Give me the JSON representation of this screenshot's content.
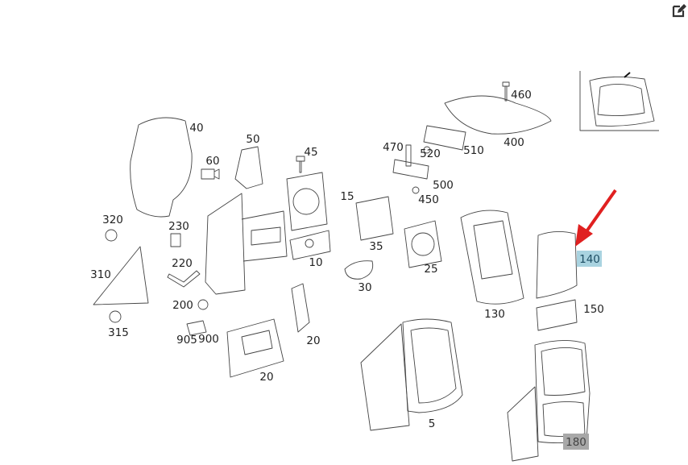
{
  "toolbar": {
    "edit_icon": "edit-icon"
  },
  "highlight_colors": {
    "selected": "#a9d3e0",
    "secondary": "#a8a8a8",
    "arrow": "#e02020"
  },
  "labels": [
    "40",
    "50",
    "60",
    "45",
    "470",
    "520",
    "510",
    "400",
    "460",
    "500",
    "450",
    "15",
    "320",
    "230",
    "35",
    "25",
    "10",
    "220",
    "310",
    "30",
    "140",
    "150",
    "130",
    "200",
    "315",
    "905",
    "900",
    "20",
    "20",
    "5",
    "180"
  ]
}
